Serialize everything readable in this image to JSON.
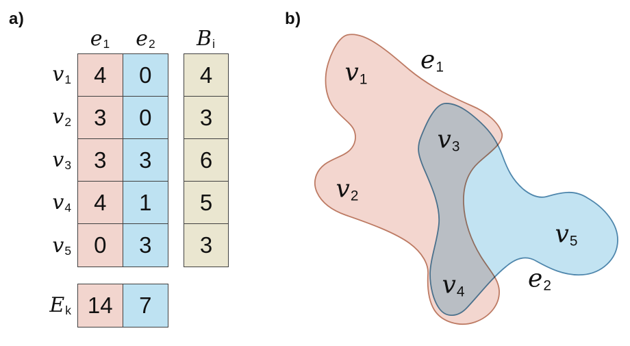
{
  "panel_a": {
    "label": "a)",
    "headers": {
      "e1": {
        "base": "e",
        "sub": "1"
      },
      "e2": {
        "base": "e",
        "sub": "2"
      },
      "b": {
        "base": "B",
        "sub": "i"
      }
    },
    "rows": [
      {
        "v": {
          "base": "v",
          "sub": "1"
        },
        "e1": "4",
        "e2": "0",
        "b": "4"
      },
      {
        "v": {
          "base": "v",
          "sub": "2"
        },
        "e1": "3",
        "e2": "0",
        "b": "3"
      },
      {
        "v": {
          "base": "v",
          "sub": "3"
        },
        "e1": "3",
        "e2": "3",
        "b": "6"
      },
      {
        "v": {
          "base": "v",
          "sub": "4"
        },
        "e1": "4",
        "e2": "1",
        "b": "5"
      },
      {
        "v": {
          "base": "v",
          "sub": "5"
        },
        "e1": "0",
        "e2": "3",
        "b": "3"
      }
    ],
    "totals": {
      "label": {
        "base": "E",
        "sub": "k"
      },
      "e1": "14",
      "e2": "7"
    }
  },
  "panel_b": {
    "label": "b)",
    "v1": {
      "base": "v",
      "sub": "1"
    },
    "v2": {
      "base": "v",
      "sub": "2"
    },
    "v3": {
      "base": "v",
      "sub": "3"
    },
    "v4": {
      "base": "v",
      "sub": "4"
    },
    "v5": {
      "base": "v",
      "sub": "5"
    },
    "e1": {
      "base": "e",
      "sub": "1"
    },
    "e2": {
      "base": "e",
      "sub": "2"
    }
  },
  "colors": {
    "ink": "#111111",
    "line": "#3f3f3f",
    "pink_cell": "#f2d5ce",
    "blue_cell": "#bee2f2",
    "tan_cell": "#eae6d0",
    "pink_fill": "#f3d6cf",
    "pink_stroke": "#bd7a63",
    "blue_fill": "#c2e3f2",
    "blue_stroke": "#4e86ac"
  }
}
